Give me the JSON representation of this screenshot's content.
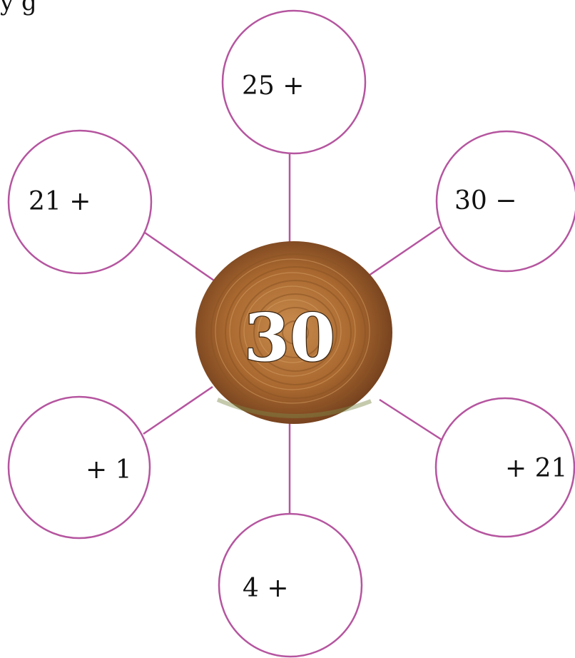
{
  "header_fragment": "y g",
  "center": {
    "value": "30",
    "image": "hay-bale"
  },
  "spokes": [
    {
      "label": "25 +"
    },
    {
      "label": "30 −"
    },
    {
      "label": "+ 21"
    },
    {
      "label": "4 +"
    },
    {
      "label": "+ 1"
    },
    {
      "label": "21 +"
    }
  ],
  "colors": {
    "circle_stroke": "#b5559f",
    "text": "#111111",
    "hay_light": "#c98c4e",
    "hay_dark": "#6b3a17"
  }
}
